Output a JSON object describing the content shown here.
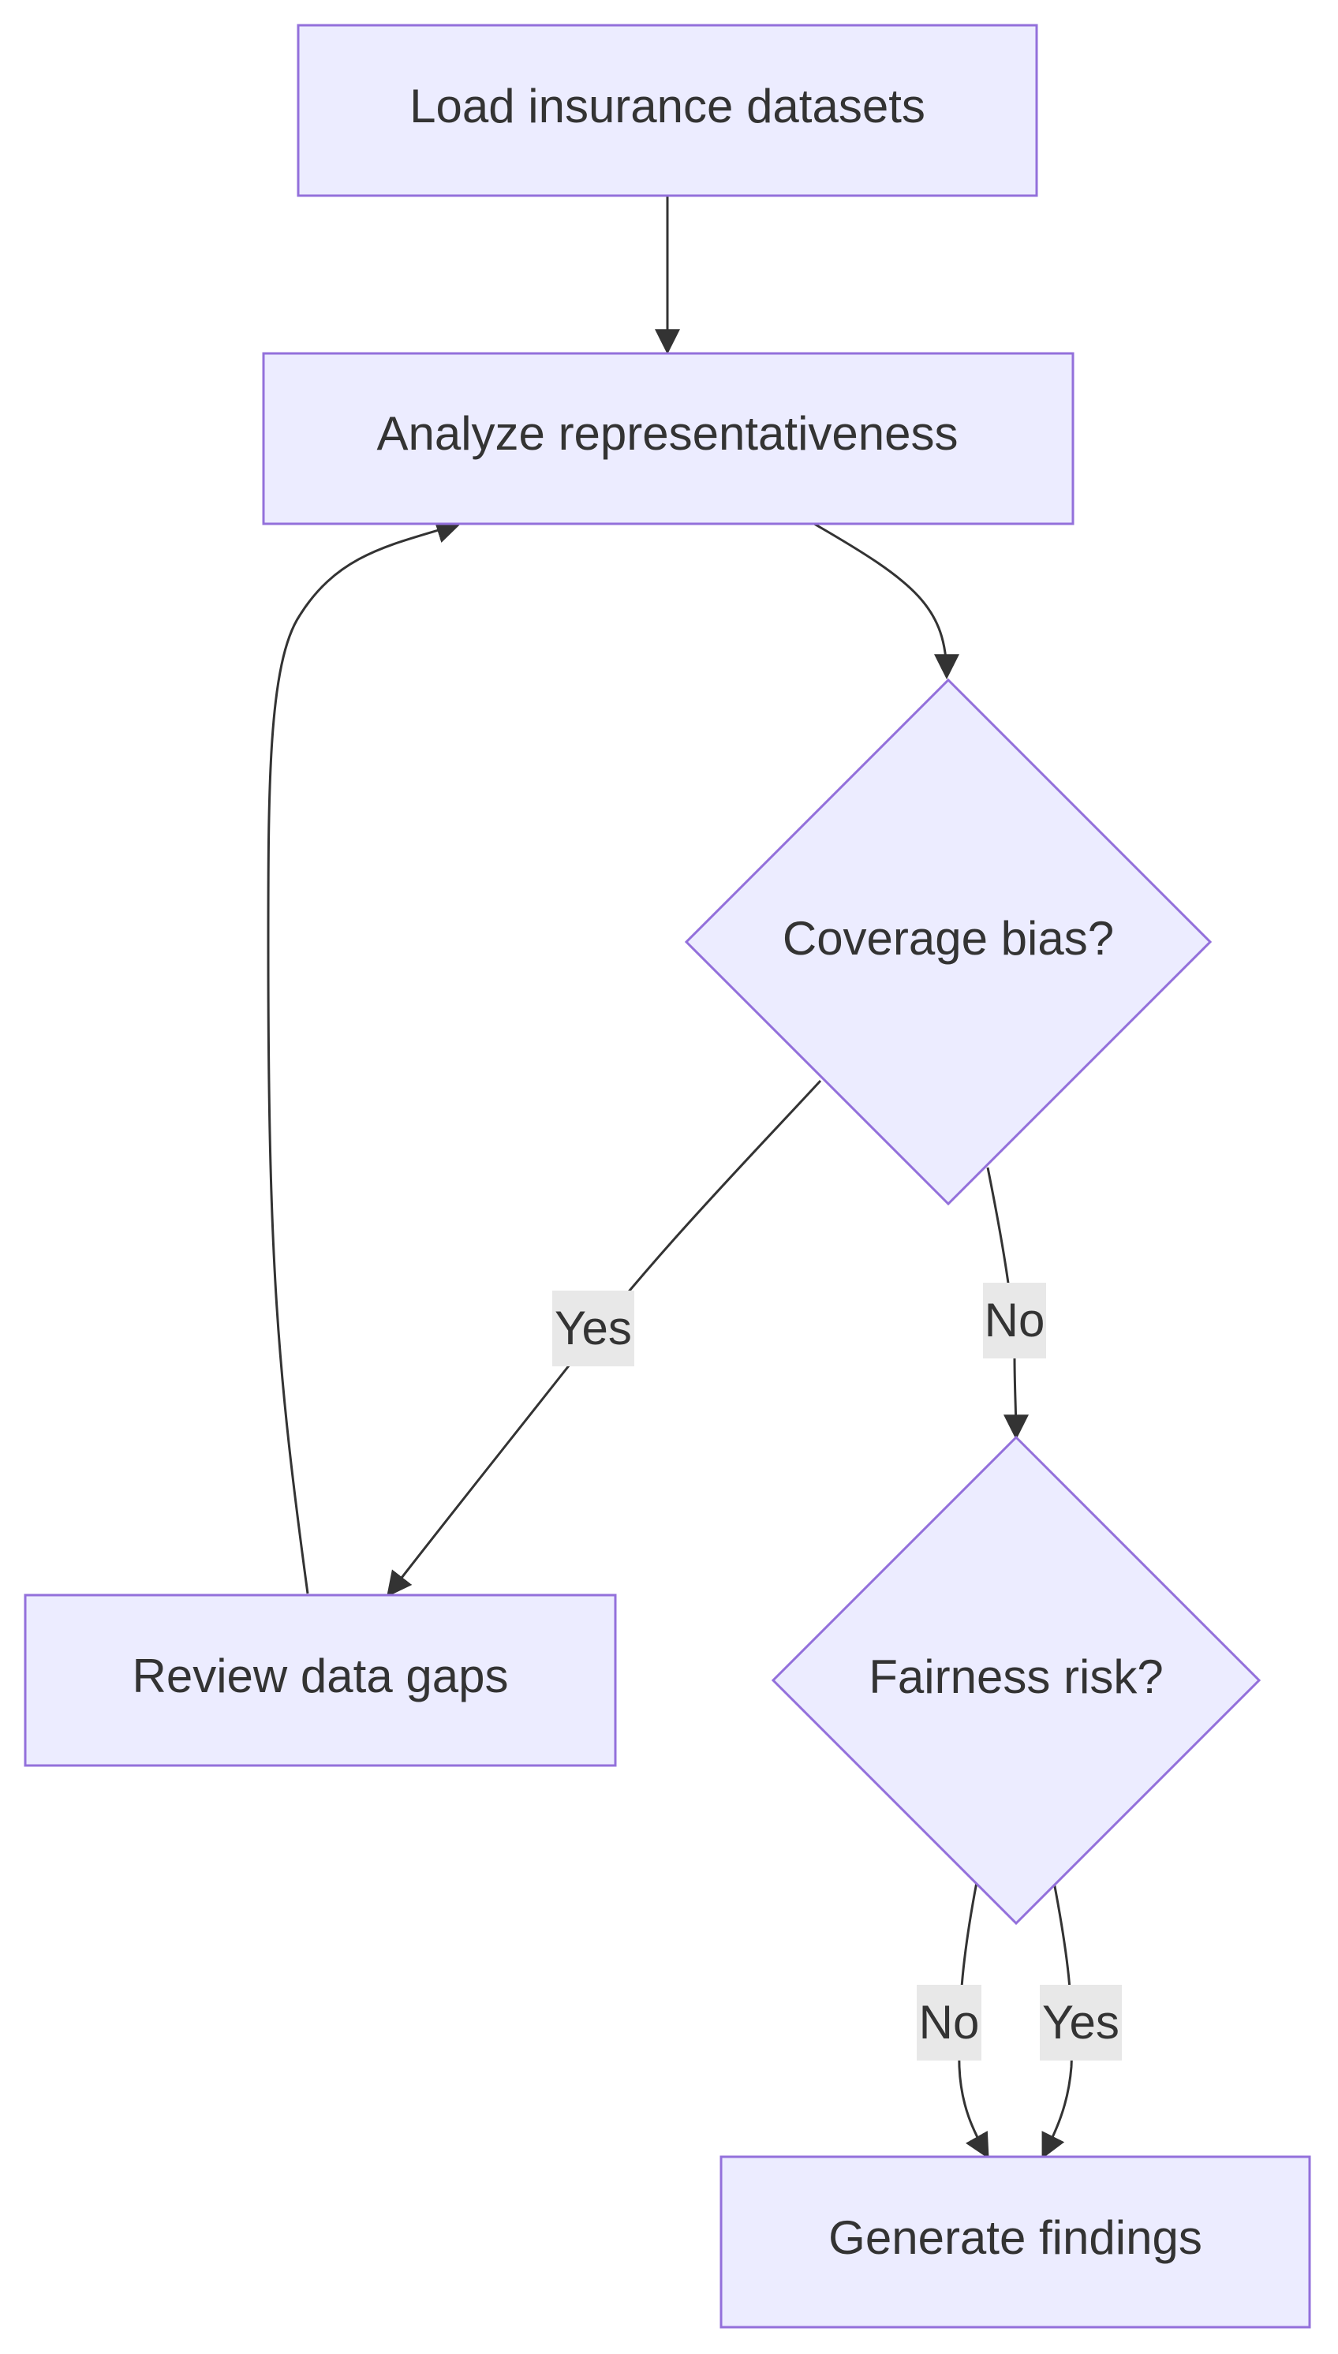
{
  "nodes": {
    "load": "Load insurance datasets",
    "analyze": "Analyze representativeness",
    "coverage": "Coverage bias?",
    "review": "Review data gaps",
    "fairness": "Fairness risk?",
    "findings": "Generate findings"
  },
  "edges": {
    "coverage_yes": "Yes",
    "coverage_no": "No",
    "fairness_no": "No",
    "fairness_yes": "Yes"
  },
  "colors": {
    "node_fill": "#ececff",
    "node_stroke": "#9370db",
    "edge": "#333333",
    "label_bg": "#e8e8e8",
    "text": "#333333"
  }
}
